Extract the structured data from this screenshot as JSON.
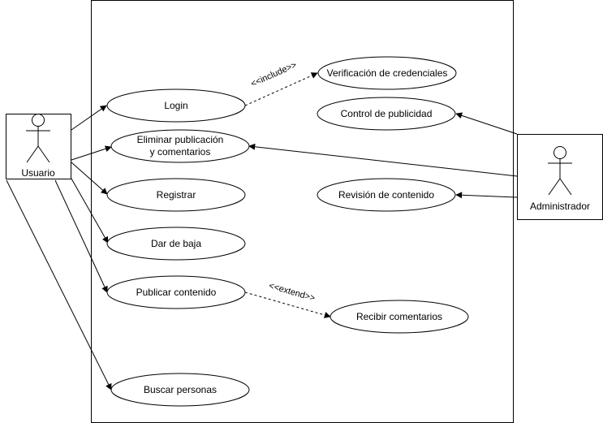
{
  "actors": {
    "usuario": "Usuario",
    "administrador": "Administrador"
  },
  "use_cases": {
    "login": "Login",
    "eliminar_line1": "Eliminar publicación",
    "eliminar_line2": "y comentarios",
    "registrar": "Registrar",
    "dar_de_baja": "Dar de baja",
    "publicar": "Publicar contenido",
    "buscar": "Buscar personas",
    "verificacion": "Verificación de credenciales",
    "control": "Control de publicidad",
    "revision": "Revisión de contenido",
    "recibir": "Recibir comentarios"
  },
  "relations": {
    "include": "<<include>>",
    "extend": "<<extend>>"
  }
}
